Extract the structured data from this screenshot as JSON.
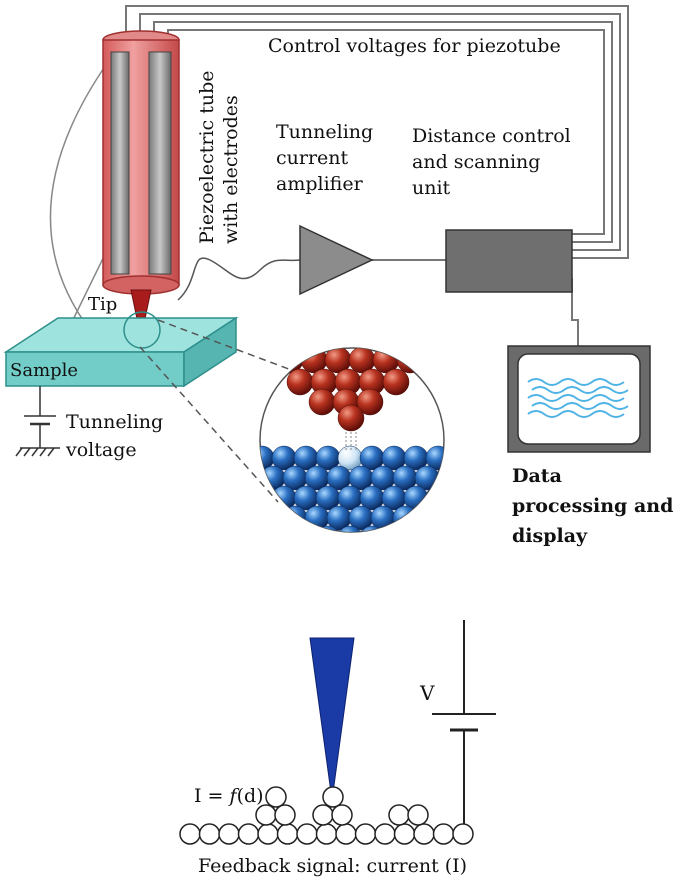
{
  "labels": {
    "control_voltages": "Control voltages for piezotube",
    "piezo_tube_line1": "Piezoelectric tube",
    "piezo_tube_line2": "with electrodes",
    "amplifier_line1": "Tunneling",
    "amplifier_line2": "current",
    "amplifier_line3": "amplifier",
    "distance_line1": "Distance control",
    "distance_line2": "and scanning",
    "distance_line3": "unit",
    "tip": "Tip",
    "sample": "Sample",
    "tunneling_voltage_line1": "Tunneling",
    "tunneling_voltage_line2": "voltage",
    "data_line1": "Data",
    "data_line2": "processing and",
    "data_line3": "display",
    "voltage_symbol": "V",
    "current_formula_prefix": "I = ",
    "current_formula_f": "f",
    "current_formula_suffix": "(d)",
    "feedback_signal": "Feedback signal: current (I)"
  },
  "colors": {
    "piezo_tube": "#e07b7b",
    "piezo_electrode": "#9a9a9a",
    "tip_red": "#b02020",
    "sample": "#7fd6d2",
    "amplifier": "#8c8c8c",
    "control_box": "#6f6f6f",
    "monitor_screen": "#ffffff",
    "screen_waves": "#5ab8e8",
    "tip_atoms": "#a8271c",
    "sample_atoms": "#1f5fae",
    "blue_tip": "#1a3aa6",
    "wires": "#777777"
  }
}
